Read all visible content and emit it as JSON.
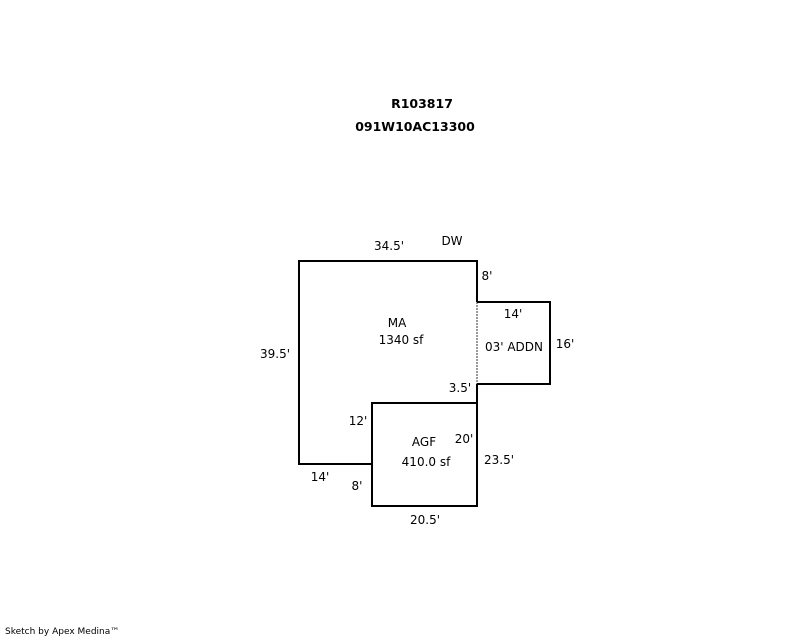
{
  "header": {
    "account": "R103817",
    "map_tax_lot": "091W10AC13300"
  },
  "areas": {
    "ma": {
      "name": "MA",
      "area": "1340 sf"
    },
    "agf": {
      "name": "AGF",
      "area": "410.0 sf"
    },
    "addn": {
      "name": "03' ADDN"
    }
  },
  "labels": {
    "dw": "DW",
    "ma_top": "34.5'",
    "ma_left": "39.5'",
    "ma_right_top": "8'",
    "ma_right_lower": "3.5'",
    "ma_bottom": "14'",
    "ma_inner_vertical": "12'",
    "addn_top": "14'",
    "addn_right": "16'",
    "agf_left": "8'",
    "agf_bottom": "20.5'",
    "agf_right_outer": "23.5'",
    "agf_right_inner": "20'"
  },
  "colors": {
    "line": "#000000",
    "dashed": "#999999"
  },
  "footer": {
    "credit": "Sketch by Apex Medina™"
  }
}
